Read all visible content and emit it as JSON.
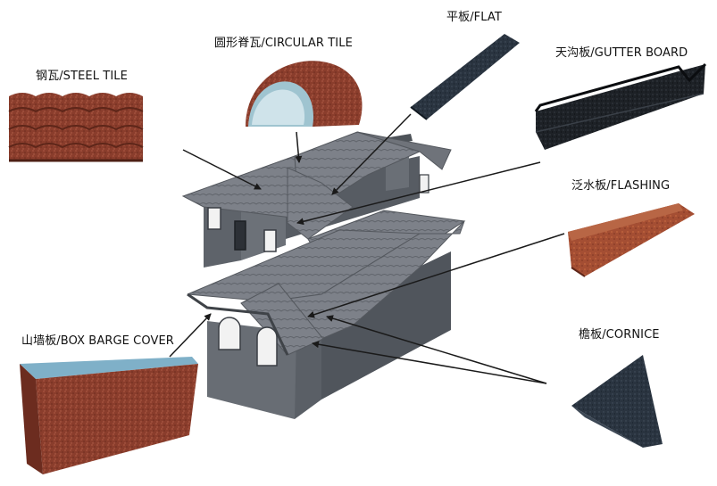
{
  "labels": {
    "steel_tile": "钢瓦/STEEL TILE",
    "circular_tile": "圆形脊瓦/CIRCULAR TILE",
    "flat": "平板/FLAT",
    "gutter_board": "天沟板/GUTTER BOARD",
    "flashing": "泛水板/FLASHING",
    "box_barge_cover": "山墙板/BOX BARGE COVER",
    "cornice": "檐板/CORNICE"
  },
  "colors": {
    "terracotta": "#8a3d2c",
    "charcoal": "#1e2329",
    "roof_gray": "#7d8189",
    "wall_gray": "#5e636a",
    "arrow": "#1a1a1a"
  }
}
